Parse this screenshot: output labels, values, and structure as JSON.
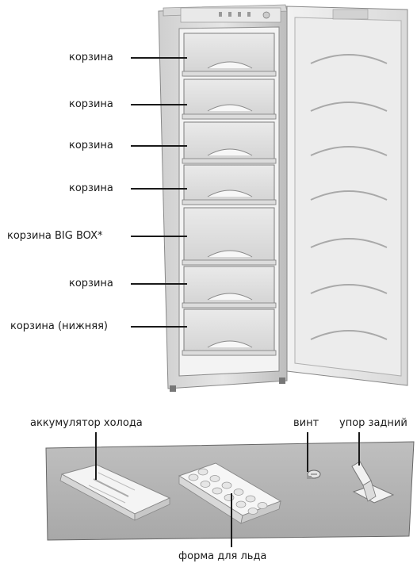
{
  "basket_labels": [
    "корзина",
    "корзина",
    "корзина",
    "корзина",
    "корзина BIG BOX*",
    "корзина",
    "корзина (нижняя)"
  ],
  "accessories": {
    "cold_accumulator": "аккумулятор холода",
    "screw": "винт",
    "rear_stop": "упор задний",
    "ice_tray": "форма для льда"
  }
}
